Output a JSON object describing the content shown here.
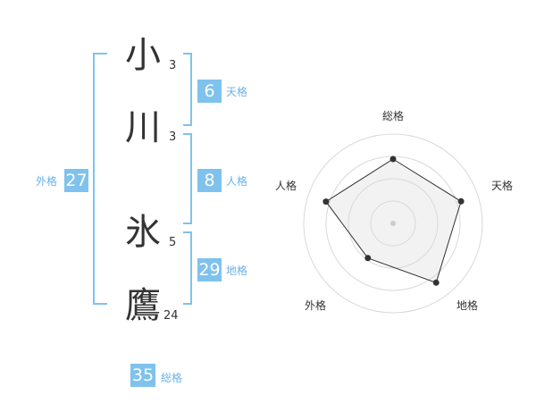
{
  "name": {
    "characters": [
      {
        "char": "小",
        "strokes": "3"
      },
      {
        "char": "川",
        "strokes": "3"
      },
      {
        "char": "氷",
        "strokes": "5"
      },
      {
        "char": "鷹",
        "strokes": "24"
      }
    ]
  },
  "fortunes": {
    "tenkaku": {
      "value": "6",
      "label": "天格"
    },
    "jinkaku": {
      "value": "8",
      "label": "人格"
    },
    "chikaku": {
      "value": "29",
      "label": "地格"
    },
    "gaikaku": {
      "value": "27",
      "label": "外格"
    },
    "soukaku": {
      "value": "35",
      "label": "総格"
    }
  },
  "colors": {
    "accent": "#7fc2ee",
    "accent_text": "#6ab3e6",
    "text": "#333333"
  },
  "chart_data": {
    "type": "radar",
    "axes": [
      "総格",
      "天格",
      "地格",
      "外格",
      "人格"
    ],
    "values": [
      0.72,
      0.8,
      0.82,
      0.48,
      0.79
    ],
    "range": [
      0,
      1
    ],
    "rings": 4,
    "grid": true
  }
}
